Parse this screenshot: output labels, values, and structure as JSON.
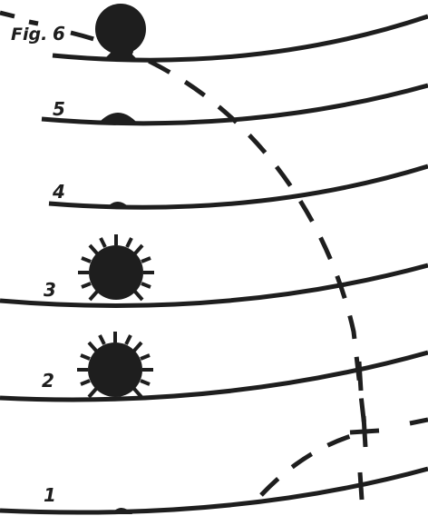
{
  "figure": {
    "label": "Fig.",
    "ink_color": "#1e1e1e",
    "background_color": "#ffffff"
  },
  "stages": [
    {
      "number": "6",
      "object": "sphere"
    },
    {
      "number": "5",
      "object": "low-dome"
    },
    {
      "number": "4",
      "object": "small-bump"
    },
    {
      "number": "3",
      "object": "spiky-sphere"
    },
    {
      "number": "2",
      "object": "spiky-sphere"
    },
    {
      "number": "1",
      "object": "small-bump"
    }
  ]
}
